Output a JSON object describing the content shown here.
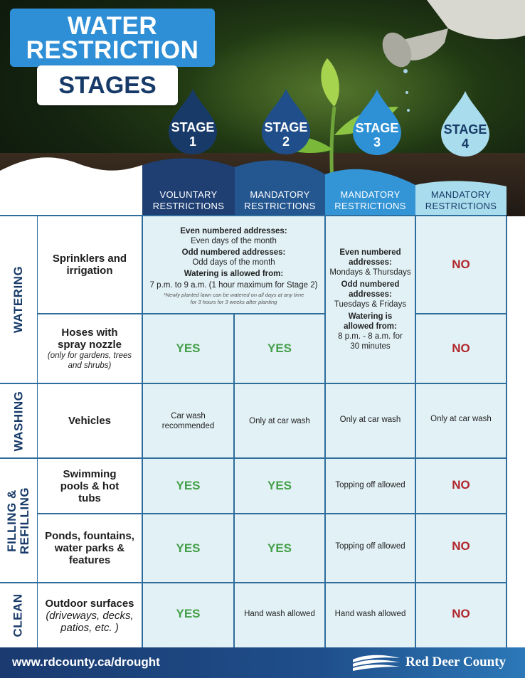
{
  "header": {
    "title_line1": "WATER",
    "title_line2": "RESTRICTION",
    "subtitle": "STAGES"
  },
  "stages": [
    {
      "drop_label1": "STAGE",
      "drop_label2": "1",
      "type": "VOLUNTARY RESTRICTIONS",
      "drop_color": "#173a68",
      "head_color": "#1f3f73"
    },
    {
      "drop_label1": "STAGE",
      "drop_label2": "2",
      "type": "MANDATORY RESTRICTIONS",
      "drop_color": "#1f4e8a",
      "head_color": "#24568f"
    },
    {
      "drop_label1": "STAGE",
      "drop_label2": "3",
      "type": "MANDATORY RESTRICTIONS",
      "drop_color": "#2e91d6",
      "head_color": "#3394d6"
    },
    {
      "drop_label1": "STAGE",
      "drop_label2": "4",
      "type": "MANDATORY RESTRICTIONS",
      "drop_color": "#a9dcec",
      "head_color": "#a9dcec"
    }
  ],
  "categories": {
    "watering": "WATERING",
    "washing": "WASHING",
    "filling": "FILLING & REFILLING",
    "clean": "CLEAN"
  },
  "items": {
    "sprinklers": "Sprinklers and irrigation",
    "hoses_title": "Hoses with spray nozzle",
    "hoses_sub": "(only for gardens, trees and shrubs)",
    "vehicles": "Vehicles",
    "pools": "Swimming pools & hot tubs",
    "ponds": "Ponds, fountains, water parks & features",
    "outdoor_title": "Outdoor surfaces",
    "outdoor_sub": "(driveways, decks, patios, etc. )"
  },
  "cells": {
    "s12_even_label": "Even numbered addresses:",
    "s12_even_value": "Even days of the month",
    "s12_odd_label": "Odd numbered addresses:",
    "s12_odd_value": "Odd days of the month",
    "s12_allowed_label": "Watering is allowed from:",
    "s12_allowed_value": "7 p.m. to 9 a.m. (1 hour maximum for Stage 2)",
    "s12_note": "*Newly planted lawn can be watered on all days at any time for 3 hours for 3 weeks after planting",
    "s3_even_label": "Even numbered addresses:",
    "s3_even_value": "Mondays & Thursdays",
    "s3_odd_label": "Odd numbered addresses:",
    "s3_odd_value": "Tuesdays & Fridays",
    "s3_allowed_label": "Watering is allowed from:",
    "s3_allowed_value": "8 p.m. - 8 a.m. for 30 minutes",
    "sprinklers_s4": "NO",
    "hoses_s1": "YES",
    "hoses_s2": "YES",
    "hoses_s4": "NO",
    "vehicles_s1": "Car wash recommended",
    "vehicles_s2": "Only at car wash",
    "vehicles_s3": "Only at car wash",
    "vehicles_s4": "Only at car wash",
    "pools_s1": "YES",
    "pools_s2": "YES",
    "pools_s3": "Topping off allowed",
    "pools_s4": "NO",
    "ponds_s1": "YES",
    "ponds_s2": "YES",
    "ponds_s3": "Topping off allowed",
    "ponds_s4": "NO",
    "outdoor_s1": "YES",
    "outdoor_s2": "Hand wash allowed",
    "outdoor_s3": "Hand wash allowed",
    "outdoor_s4": "NO"
  },
  "footer": {
    "url": "www.rdcounty.ca/drought",
    "brand": "Red Deer County"
  },
  "colors": {
    "yes": "#43a047",
    "no": "#b0262c",
    "title_blue": "#2f8fd6",
    "navy": "#173a68",
    "cell_bg": "#e2f1f6"
  }
}
